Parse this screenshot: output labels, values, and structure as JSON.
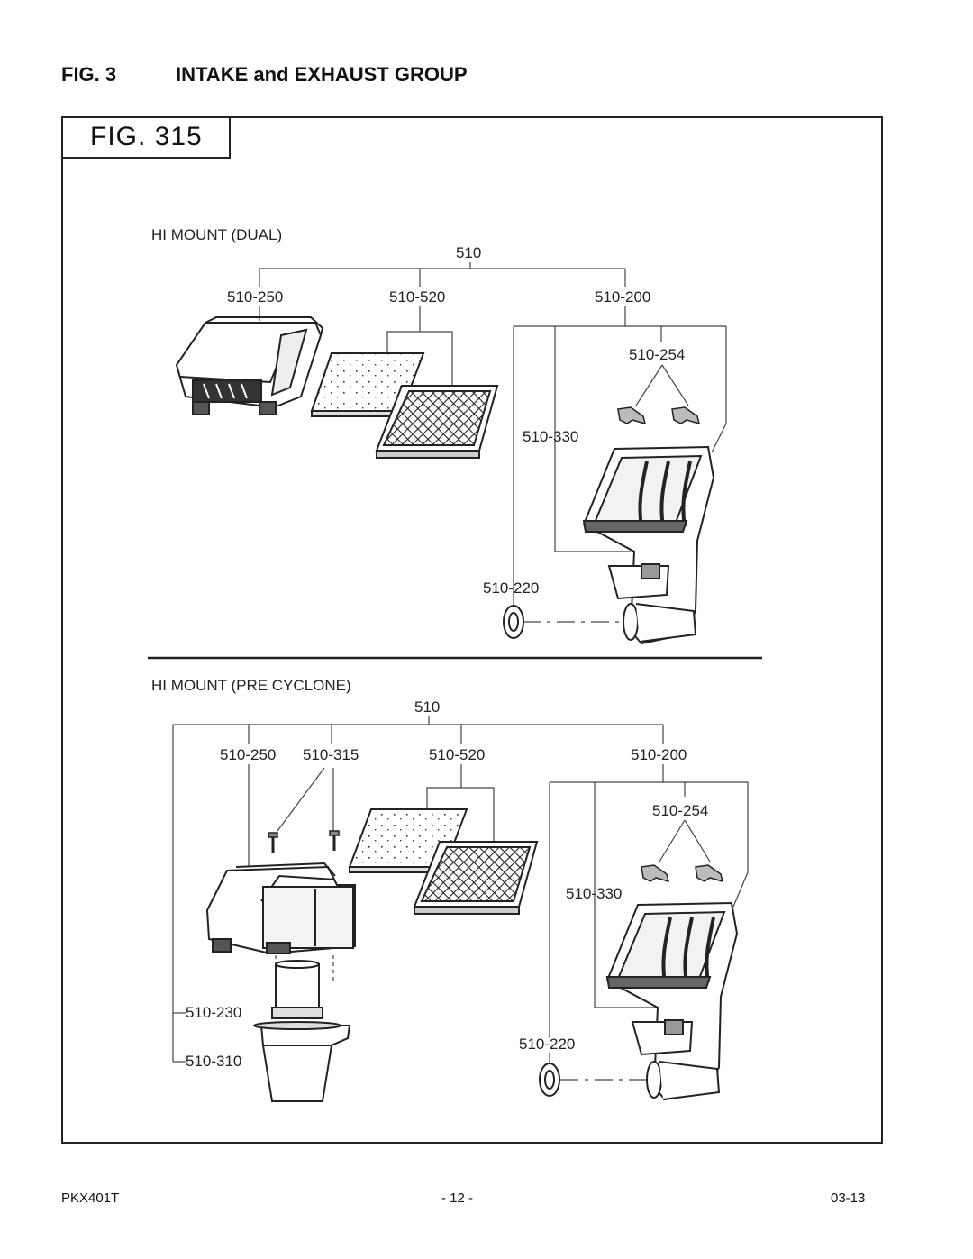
{
  "heading": {
    "fig_number": "FIG. 3",
    "title": "INTAKE and EXHAUST GROUP"
  },
  "figure_tab": "FIG. 315",
  "section_dual": {
    "title": "HI MOUNT (DUAL)",
    "parent": "510",
    "parts": {
      "p250": "510-250",
      "p520": "510-520",
      "p200": "510-200",
      "p254": "510-254",
      "p330": "510-330",
      "p220": "510-220"
    }
  },
  "section_precyclone": {
    "title": "HI MOUNT (PRE CYCLONE)",
    "parent": "510",
    "parts": {
      "p250": "510-250",
      "p315": "510-315",
      "p520": "510-520",
      "p200": "510-200",
      "p254": "510-254",
      "p330": "510-330",
      "p230": "510-230",
      "p310": "510-310",
      "p220": "510-220"
    }
  },
  "footer": {
    "model": "PKX401T",
    "page": "- 12 -",
    "date": "03-13"
  }
}
